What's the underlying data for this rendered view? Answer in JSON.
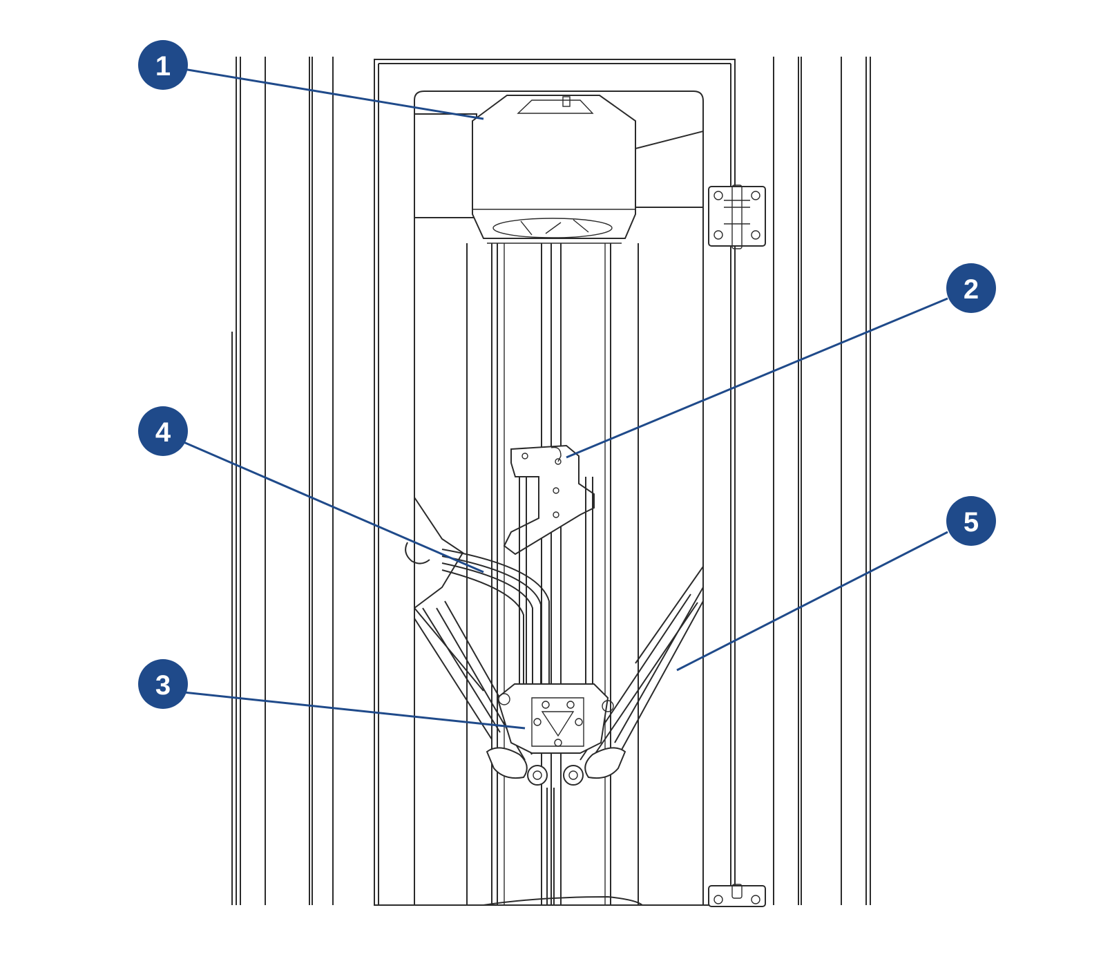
{
  "diagram": {
    "colors": {
      "callout": "#1f4a8a",
      "linework": "#2a2a2a",
      "background": "#ffffff"
    },
    "callouts": [
      {
        "number": "1"
      },
      {
        "number": "2"
      },
      {
        "number": "3"
      },
      {
        "number": "4"
      },
      {
        "number": "5"
      }
    ]
  }
}
